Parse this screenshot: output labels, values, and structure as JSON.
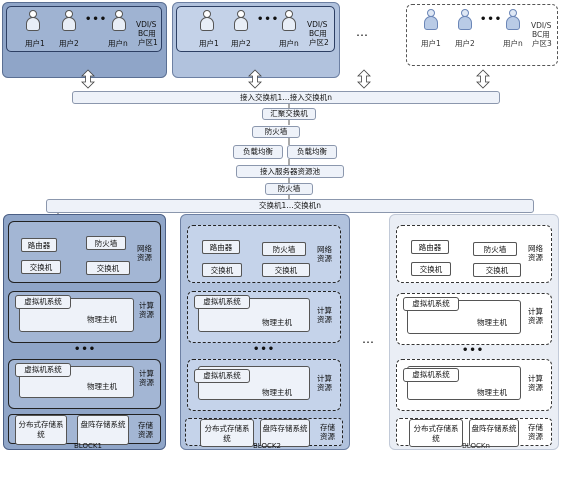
{
  "user_regions": [
    {
      "users": [
        "用户1",
        "用户2",
        "用户n"
      ],
      "dots": "•••",
      "label": [
        "VDI/S",
        "BC用",
        "户区1"
      ]
    },
    {
      "users": [
        "用户1",
        "用户2",
        "用户n"
      ],
      "dots": "•••",
      "label": [
        "VDI/S",
        "BC用",
        "户区2"
      ]
    },
    {
      "users": [
        "用户1",
        "用户2",
        "用户n"
      ],
      "dots": "•••",
      "label": [
        "VDI/S",
        "BC用",
        "户区3"
      ]
    }
  ],
  "region_gap_dots": "…",
  "network": {
    "access_switch": "接入交换机1…接入交换机n",
    "aggregation_switch": "汇聚交换机",
    "firewall_top": "防火墙",
    "load_balance_1": "负载均衡",
    "load_balance_2": "负载均衡",
    "access_server_pool": "接入服务器资源池",
    "firewall_bottom": "防火墙",
    "core_switch": "交换机1…交换机n"
  },
  "blocks": [
    {
      "name": "BLOCK1",
      "network_devices": [
        "路由器",
        "防火墙",
        "交换机",
        "交换机"
      ],
      "network_label": [
        "网络",
        "资源"
      ],
      "compute": [
        {
          "vm": "虚拟机系统",
          "host": "物理主机",
          "label": [
            "计算",
            "资源"
          ]
        },
        {
          "vm": "虚拟机系统",
          "host": "物理主机",
          "label": [
            "计算",
            "资源"
          ]
        }
      ],
      "compute_dots": "•••",
      "storage": [
        "分布式存储系统",
        "盘阵存储系统"
      ],
      "storage_label": [
        "存储",
        "资源"
      ]
    },
    {
      "name": "BLOCK2",
      "network_devices": [
        "路由器",
        "防火墙",
        "交换机",
        "交换机"
      ],
      "network_label": [
        "网络",
        "资源"
      ],
      "compute": [
        {
          "vm": "虚拟机系统",
          "host": "物理主机",
          "label": [
            "计算",
            "资源"
          ]
        },
        {
          "vm": "虚拟机系统",
          "host": "物理主机",
          "label": [
            "计算",
            "资源"
          ]
        }
      ],
      "compute_dots": "•••",
      "storage": [
        "分布式存储系统",
        "盘阵存储系统"
      ],
      "storage_label": [
        "存储",
        "资源"
      ]
    },
    {
      "name": "BLOCKn",
      "network_devices": [
        "路由器",
        "防火墙",
        "交换机",
        "交换机"
      ],
      "network_label": [
        "网络",
        "资源"
      ],
      "compute": [
        {
          "vm": "虚拟机系统",
          "host": "物理主机",
          "label": [
            "计算",
            "资源"
          ]
        },
        {
          "vm": "虚拟机系统",
          "host": "物理主机",
          "label": [
            "计算",
            "资源"
          ]
        }
      ],
      "compute_dots": "•••",
      "storage": [
        "分布式存储系统",
        "盘阵存储系统"
      ],
      "storage_label": [
        "存储",
        "资源"
      ]
    }
  ],
  "block_gap_dots": "…",
  "colors": {
    "dark_fill": "#8fa5c8",
    "mid_fill": "#b1c2dd",
    "light_fill": "#eaeef5",
    "bar_fill": "#eef2f9"
  }
}
